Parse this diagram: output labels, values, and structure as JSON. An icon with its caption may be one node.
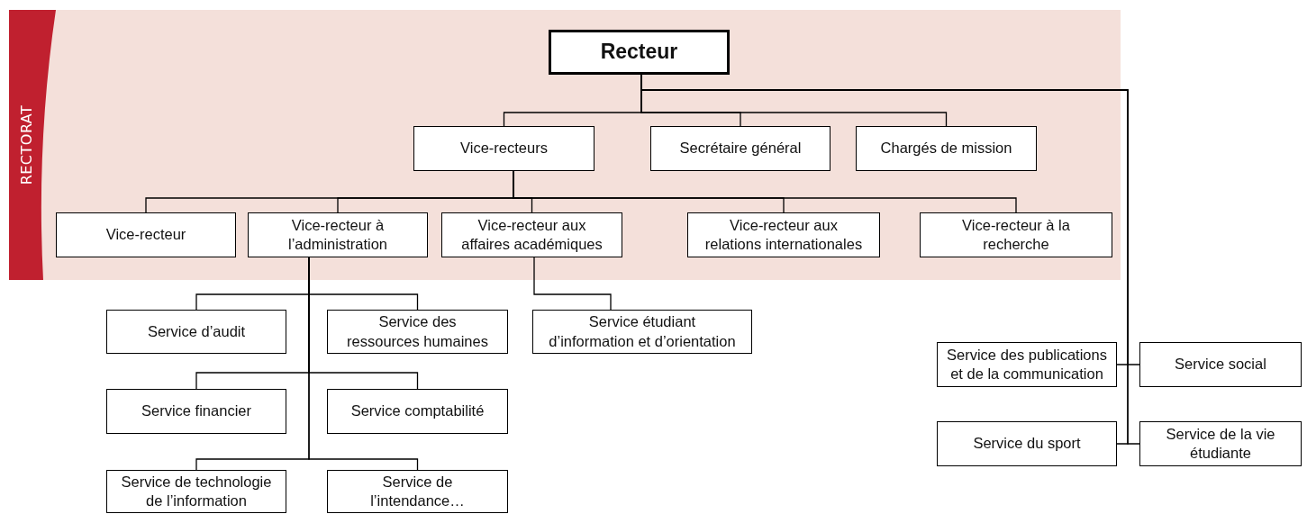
{
  "diagram": {
    "nodes": [
      {
        "text": [
          "RECTORAT"
        ]
      },
      {
        "text": [
          "Recteur"
        ],
        "in": 0
      },
      {
        "text": [
          "Vice-recteurs"
        ],
        "in": 0
      },
      {
        "text": [
          "Secrétaire général"
        ],
        "in": 0
      },
      {
        "text": [
          "Chargés de mission"
        ],
        "in": 0
      },
      {
        "text": [
          "Vice-recteur"
        ],
        "in": 0
      },
      {
        "text": [
          "Vice-recteur à l’administration"
        ],
        "in": 0
      },
      {
        "text": [
          "Vice-recteur aux affaires académiques"
        ],
        "in": 0
      },
      {
        "text": [
          "Vice-recteur aux relations internationales"
        ],
        "in": 0
      },
      {
        "text": [
          "Vice-recteur à la recherche"
        ],
        "in": 0
      },
      {
        "text": [
          "Service d’audit"
        ]
      },
      {
        "text": [
          "Service des ressources humaines"
        ]
      },
      {
        "text": [
          "Service étudiant d’information et d’orientation"
        ]
      },
      {
        "text": [
          "Service des publications et de la communication"
        ]
      },
      {
        "text": [
          "Service social"
        ]
      },
      {
        "text": [
          "Service financier"
        ]
      },
      {
        "text": [
          "Service comptabilité"
        ]
      },
      {
        "text": [
          "Service du sport"
        ]
      },
      {
        "text": [
          "Service de la vie étudiante"
        ]
      },
      {
        "text": [
          "Service de technologie de l’information"
        ]
      },
      {
        "text": [
          "Service de l’intendance…"
        ]
      }
    ],
    "edges": [
      {
        "from": 1,
        "to": 2,
        "arrow": "none"
      },
      {
        "from": 1,
        "to": 3,
        "arrow": "none"
      },
      {
        "from": 1,
        "to": 4,
        "arrow": "none"
      },
      {
        "from": 1,
        "to": 13,
        "arrow": "none"
      },
      {
        "from": 1,
        "to": 14,
        "arrow": "none"
      },
      {
        "from": 1,
        "to": 17,
        "arrow": "none"
      },
      {
        "from": 1,
        "to": 18,
        "arrow": "none"
      },
      {
        "from": 2,
        "to": 5,
        "arrow": "none"
      },
      {
        "from": 2,
        "to": 6,
        "arrow": "none"
      },
      {
        "from": 2,
        "to": 7,
        "arrow": "none"
      },
      {
        "from": 2,
        "to": 8,
        "arrow": "none"
      },
      {
        "from": 2,
        "to": 9,
        "arrow": "none"
      },
      {
        "from": 6,
        "to": 10,
        "arrow": "none"
      },
      {
        "from": 6,
        "to": 11,
        "arrow": "none"
      },
      {
        "from": 6,
        "to": 15,
        "arrow": "none"
      },
      {
        "from": 6,
        "to": 16,
        "arrow": "none"
      },
      {
        "from": 6,
        "to": 19,
        "arrow": "none"
      },
      {
        "from": 6,
        "to": 20,
        "arrow": "none"
      },
      {
        "from": 7,
        "to": 12,
        "arrow": "none"
      }
    ]
  }
}
